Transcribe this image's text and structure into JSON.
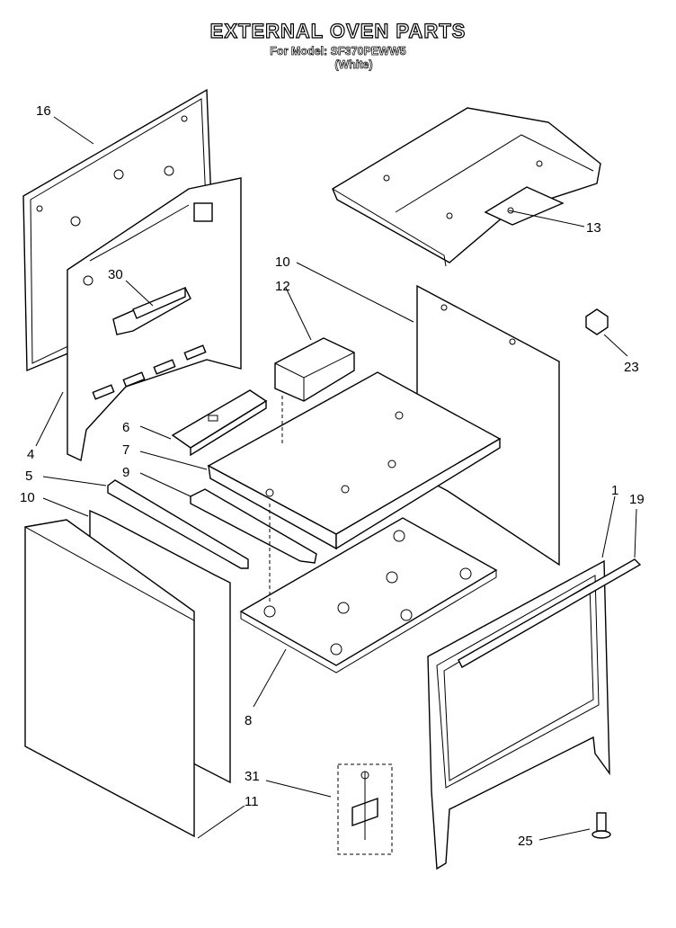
{
  "header": {
    "title": "EXTERNAL OVEN PARTS",
    "model_line": "For Model: SF370PEWW5",
    "color_line": "(White)"
  },
  "callouts": [
    {
      "id": "16",
      "part": "rear-top-panel"
    },
    {
      "id": "13",
      "part": "cooktop-support-frame"
    },
    {
      "id": "30",
      "part": "rear-bracket"
    },
    {
      "id": "10",
      "part": "right-side-panel"
    },
    {
      "id": "12",
      "part": "burner-box"
    },
    {
      "id": "23",
      "part": "small-bracket"
    },
    {
      "id": "4",
      "part": "rear-panel"
    },
    {
      "id": "6",
      "part": "control-bracket"
    },
    {
      "id": "7",
      "part": "base-tray"
    },
    {
      "id": "5",
      "part": "front-strip"
    },
    {
      "id": "9",
      "part": "trim-strip"
    },
    {
      "id": "10",
      "part": "left-inner-panel"
    },
    {
      "id": "1",
      "part": "front-frame"
    },
    {
      "id": "19",
      "part": "top-strip"
    },
    {
      "id": "8",
      "part": "oven-bottom"
    },
    {
      "id": "31",
      "part": "anti-tip-screw-kit"
    },
    {
      "id": "11",
      "part": "left-side-panel"
    },
    {
      "id": "25",
      "part": "leveling-leg"
    }
  ]
}
